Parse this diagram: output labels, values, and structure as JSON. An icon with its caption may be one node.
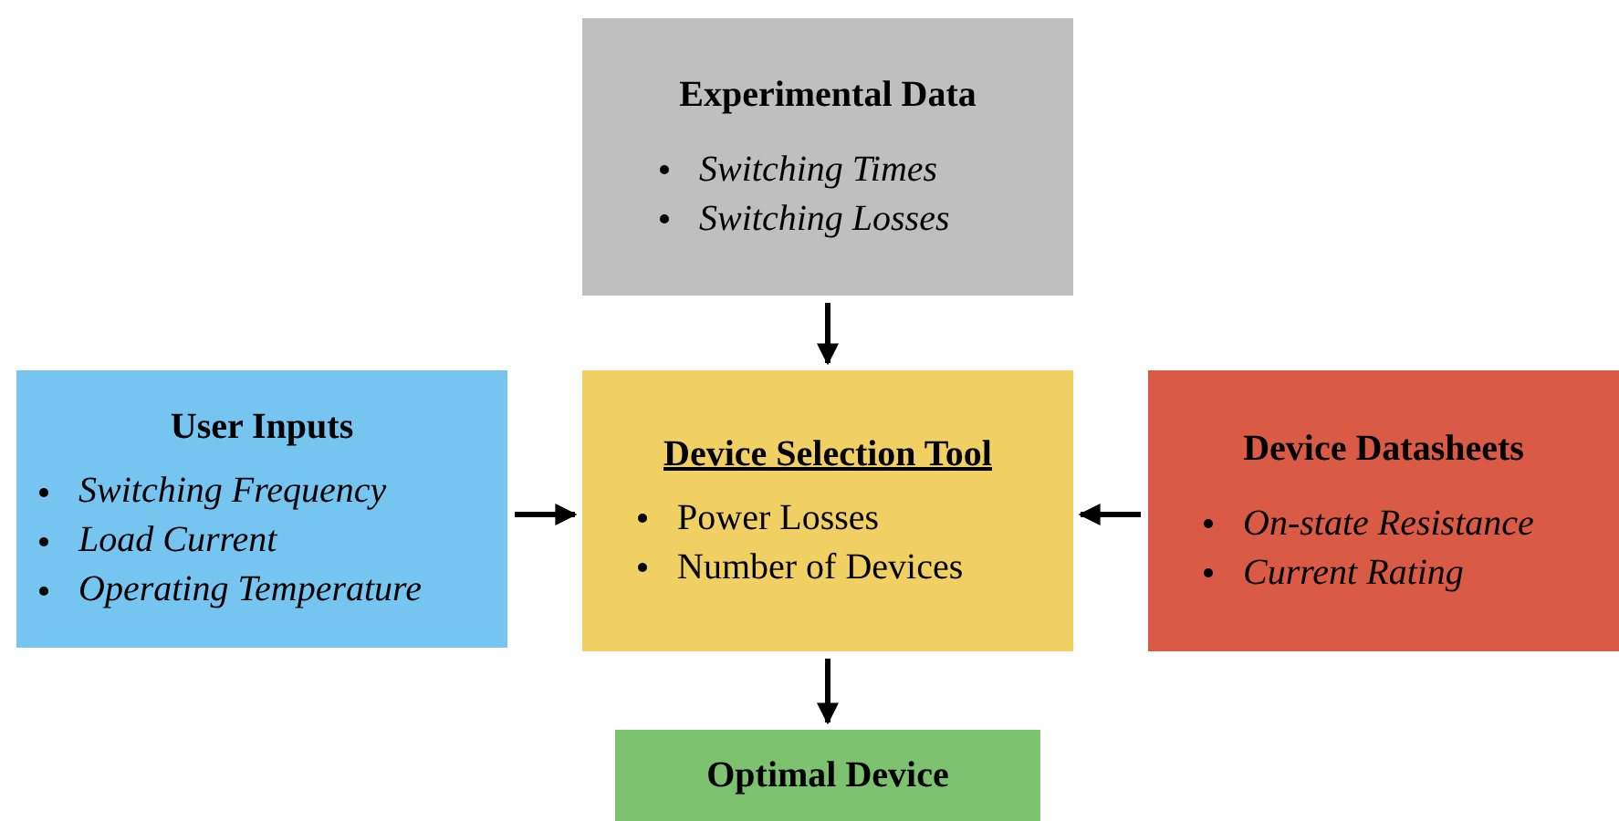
{
  "diagram": {
    "nodes": [
      {
        "text": [
          "Experimental Data",
          "Switching Times",
          "Switching Losses"
        ]
      },
      {
        "text": [
          "User Inputs",
          "Switching Frequency",
          "Load Current",
          "Operating Temperature"
        ]
      },
      {
        "text": [
          "Device Selection Tool",
          "Power Losses",
          "Number of Devices"
        ]
      },
      {
        "text": [
          "Device Datasheets",
          "On-state Resistance",
          "Current Rating"
        ]
      },
      {
        "text": [
          "Optimal Device"
        ]
      }
    ],
    "edges": [
      {
        "from": 0,
        "to": 2,
        "arrow": "to"
      },
      {
        "from": 1,
        "to": 2,
        "arrow": "to"
      },
      {
        "from": 3,
        "to": 2,
        "arrow": "to"
      },
      {
        "from": 2,
        "to": 4,
        "arrow": "to"
      }
    ]
  }
}
